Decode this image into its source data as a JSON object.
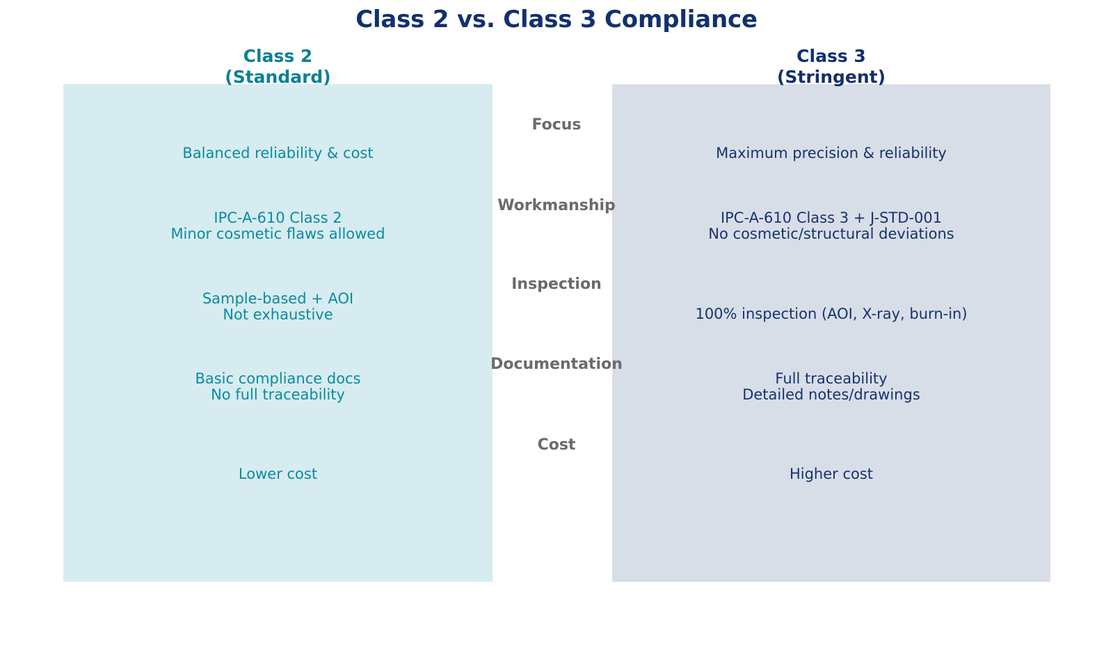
{
  "title": "Class 2 vs. Class 3 Compliance",
  "columns": {
    "left": {
      "name": "Class 2",
      "qualifier": "(Standard)",
      "header_color": "#0a8095",
      "panel_color": "#d7ecf0",
      "text_color": "#0a8ba0"
    },
    "right": {
      "name": "Class 3",
      "qualifier": "(Stringent)",
      "header_color": "#12306e",
      "panel_color": "#d8dee8",
      "text_color": "#16336d"
    }
  },
  "title_color": "#12306e",
  "row_label_color": "#6b6b6b",
  "rows": [
    {
      "label": "Focus",
      "left": [
        "Balanced reliability & cost"
      ],
      "right": [
        "Maximum precision & reliability"
      ]
    },
    {
      "label": "Workmanship",
      "left": [
        "IPC-A-610 Class 2",
        "Minor cosmetic flaws allowed"
      ],
      "right": [
        "IPC-A-610 Class 3 + J-STD-001",
        "No cosmetic/structural deviations"
      ]
    },
    {
      "label": "Inspection",
      "left": [
        "Sample-based + AOI",
        "Not exhaustive"
      ],
      "right": [
        "100% inspection (AOI, X-ray, burn-in)"
      ]
    },
    {
      "label": "Documentation",
      "left": [
        "Basic compliance docs",
        "No full traceability"
      ],
      "right": [
        "Full traceability",
        "Detailed notes/drawings"
      ]
    },
    {
      "label": "Cost",
      "left": [
        "Lower cost"
      ],
      "right": [
        "Higher cost"
      ]
    }
  ],
  "chart_data": {
    "type": "table",
    "title": "Class 2 vs. Class 3 Compliance",
    "xlabel": "",
    "ylabel": "",
    "legend_position": "top",
    "categories": [
      "Focus",
      "Workmanship",
      "Inspection",
      "Documentation",
      "Cost"
    ],
    "series": [
      {
        "name": "Class 2 (Standard)",
        "values": [
          "Balanced reliability & cost",
          "IPC-A-610 Class 2 / Minor cosmetic flaws allowed",
          "Sample-based + AOI / Not exhaustive",
          "Basic compliance docs / No full traceability",
          "Lower cost"
        ]
      },
      {
        "name": "Class 3 (Stringent)",
        "values": [
          "Maximum precision & reliability",
          "IPC-A-610 Class 3 + J-STD-001 / No cosmetic/structural deviations",
          "100% inspection (AOI, X-ray, burn-in)",
          "Full traceability / Detailed notes/drawings",
          "Higher cost"
        ]
      }
    ]
  }
}
